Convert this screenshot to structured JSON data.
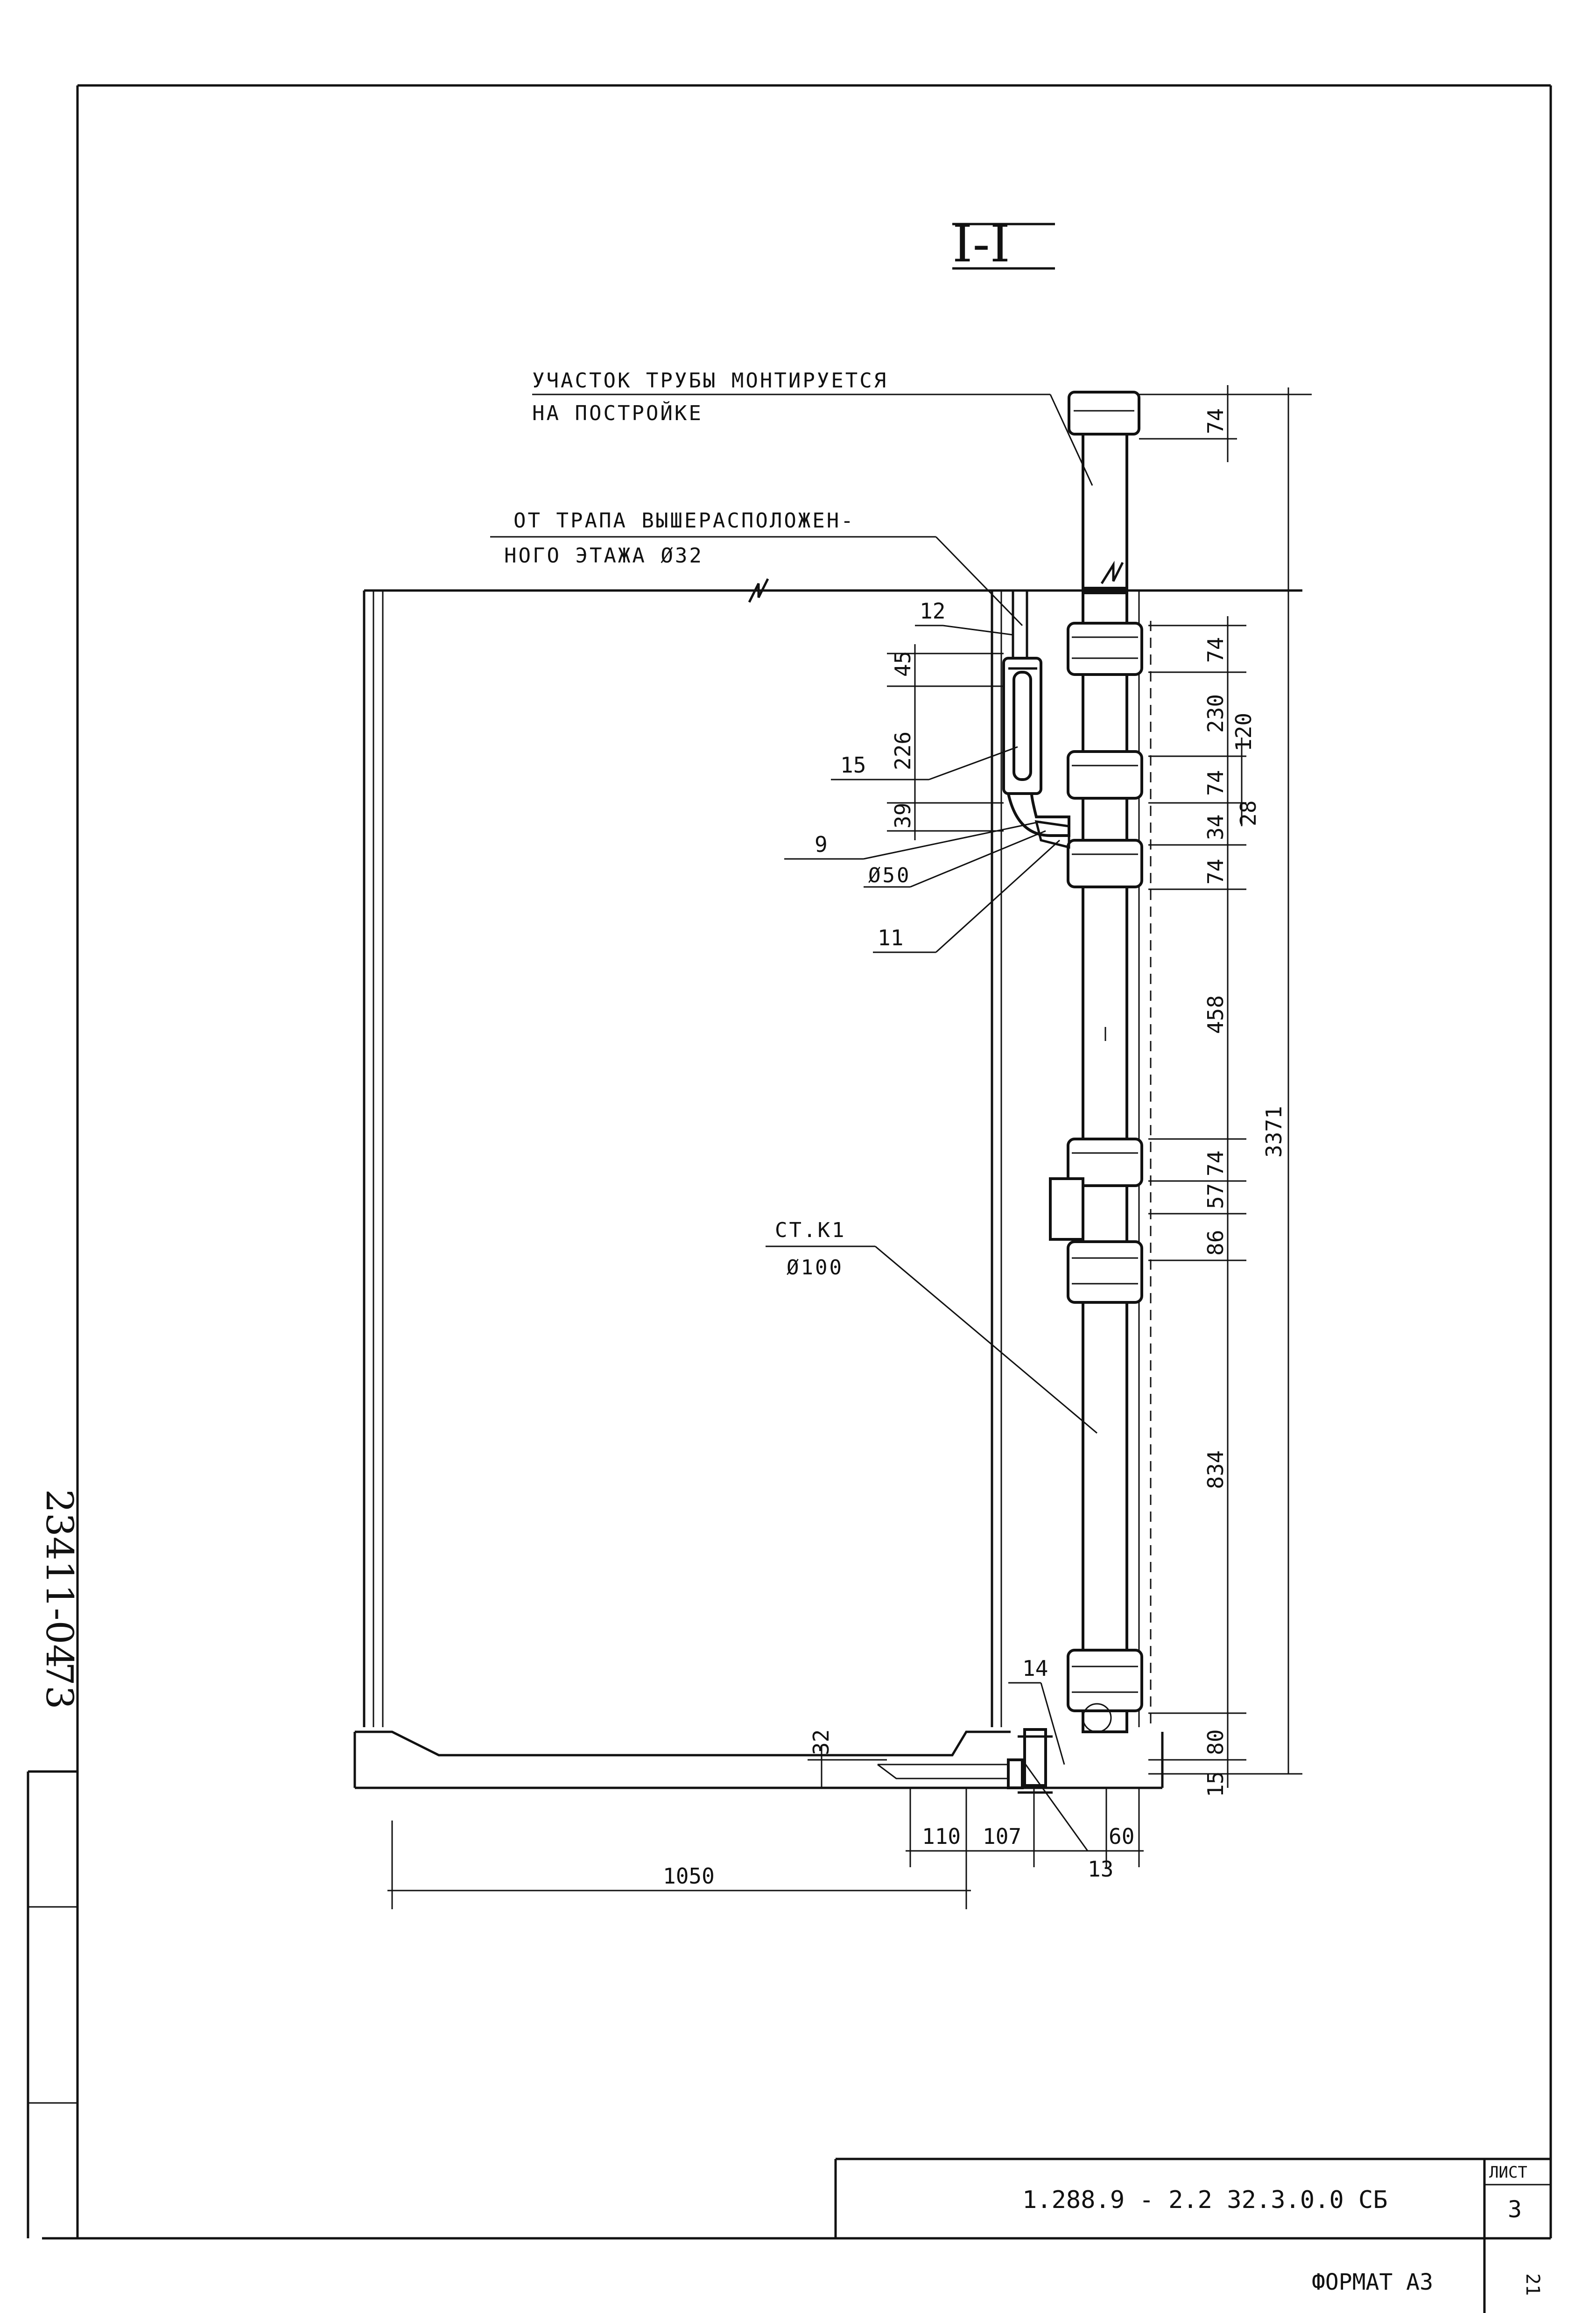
{
  "section_title": "I-I",
  "notes": {
    "pipe_site_line1": "УЧАСТОК ТРУБЫ МОНТИРУЕТСЯ",
    "pipe_site_line2": "НА ПОСТРОЙКЕ",
    "trap_line1": "ОТ ТРАПА ВЫШЕРАСПОЛОЖЕН-",
    "trap_line2": "НОГО ЭТАЖА Ø32",
    "riser_line1": "СТ.К1",
    "riser_line2": "Ø100",
    "d50": "Ø50"
  },
  "callouts": {
    "c12": "12",
    "c15": "15",
    "c9": "9",
    "c11": "11",
    "c14": "14",
    "c13": "13"
  },
  "dims_right": {
    "d74a": "74",
    "d74b": "74",
    "d230": "230",
    "d120": "120",
    "d74c": "74",
    "d34": "34",
    "d28": "28",
    "d74d": "74",
    "d458": "458",
    "d74e": "74",
    "d57": "57",
    "d86": "86",
    "d834": "834",
    "d80": "80",
    "d15": "15",
    "d3371": "3371"
  },
  "dims_left": {
    "d45": "45",
    "d226": "226",
    "d39": "39",
    "d32": "32"
  },
  "dims_bottom": {
    "d110": "110",
    "d107": "107",
    "d60": "60",
    "d1050": "1050"
  },
  "side_stamp": {
    "inv": "23411-04",
    "num": "73"
  },
  "title_block": {
    "doc_code": "1.288.9 - 2.2   32.3.0.0 СБ",
    "sheet_label": "ЛИСТ",
    "sheet_no": "3",
    "format": "ФОРМАТ А3",
    "corner": "21"
  }
}
